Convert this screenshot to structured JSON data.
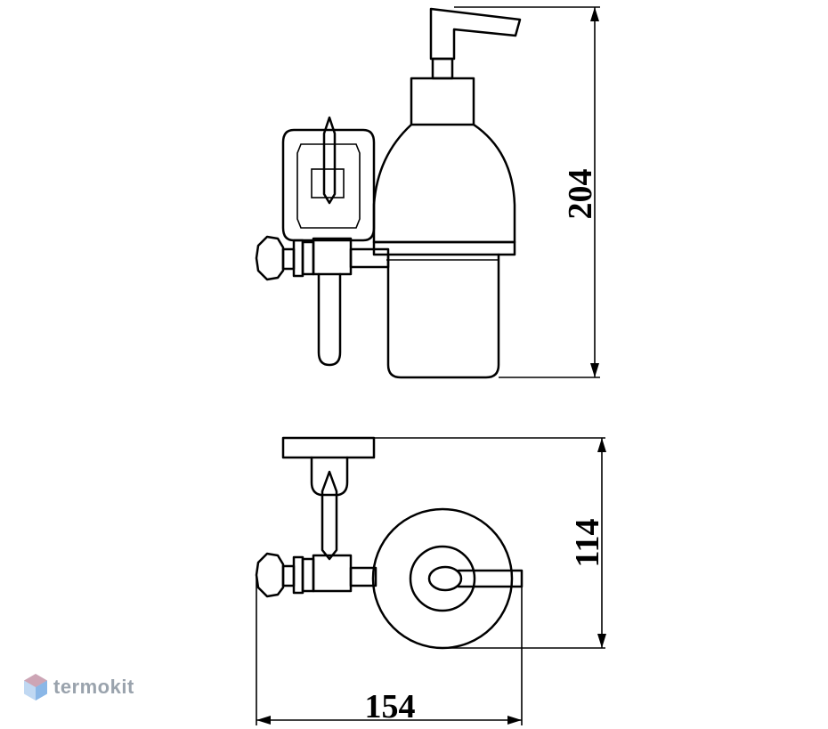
{
  "drawing": {
    "dimensions": {
      "height": "204",
      "depth": "114",
      "width": "154"
    }
  },
  "watermark": {
    "text": "termokit"
  },
  "colors": {
    "line": "#000000",
    "background": "#ffffff",
    "watermark": "#9aa3ad",
    "logo_blue": "#4a90d9",
    "logo_red": "#e05a5a"
  }
}
